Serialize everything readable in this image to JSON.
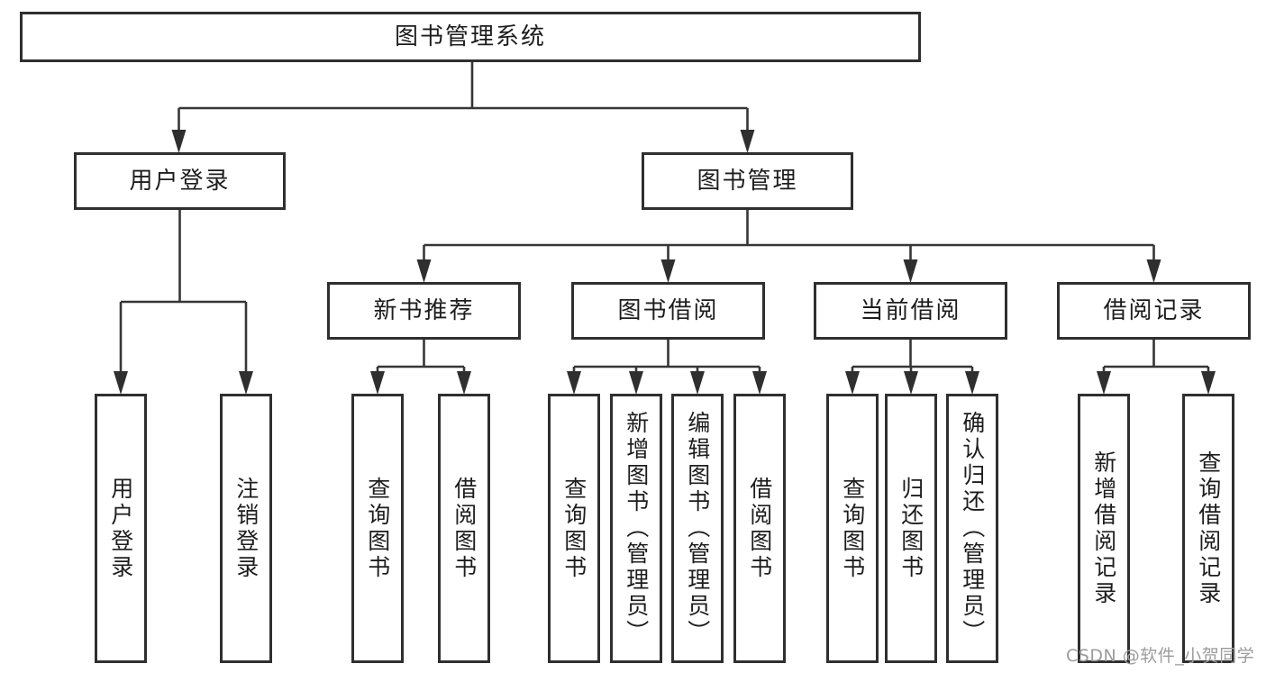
{
  "diagram": {
    "title": "图书管理系统",
    "level2": [
      {
        "label": "用户登录",
        "children": [
          "用户登录",
          "注销登录"
        ]
      },
      {
        "label": "图书管理"
      }
    ],
    "level3": [
      {
        "label": "新书推荐",
        "children": [
          "查询图书",
          "借阅图书"
        ]
      },
      {
        "label": "图书借阅",
        "children": [
          "查询图书",
          "新增图书（管理员）",
          "编辑图书（管理员）",
          "借阅图书"
        ]
      },
      {
        "label": "当前借阅",
        "children": [
          "查询图书",
          "归还图书",
          "确认归还（管理员）"
        ]
      },
      {
        "label": "借阅记录",
        "children": [
          "新增借阅记录",
          "查询借阅记录"
        ]
      }
    ]
  },
  "watermark": {
    "text": "CSDN @软件_小贺同学"
  },
  "colors": {
    "line": "#363636",
    "box_border": "#2f2f2f",
    "text": "#1d1d1d",
    "watermark": "#9c9c9c",
    "background": "#ffffff"
  }
}
